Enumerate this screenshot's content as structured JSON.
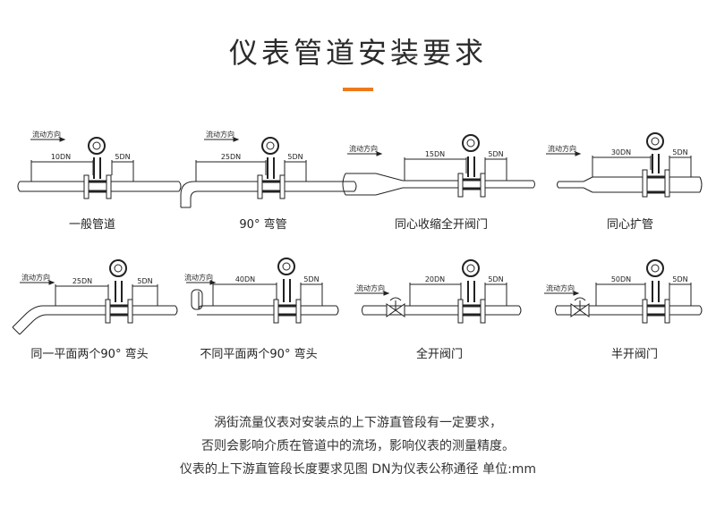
{
  "title": "仪表管道安装要求",
  "colors": {
    "accent": "#ee7a1c"
  },
  "flow_label": "流动方向",
  "diagrams": [
    {
      "caption": "一般管道",
      "upstream": "10DN",
      "downstream": "5DN"
    },
    {
      "caption": "90° 弯管",
      "upstream": "25DN",
      "downstream": "5DN"
    },
    {
      "caption": "同心收缩全开阀门",
      "upstream": "15DN",
      "downstream": "5DN"
    },
    {
      "caption": "同心扩管",
      "upstream": "30DN",
      "downstream": "5DN"
    },
    {
      "caption": "同一平面两个90° 弯头",
      "upstream": "25DN",
      "downstream": "5DN"
    },
    {
      "caption": "不同平面两个90° 弯头",
      "upstream": "40DN",
      "downstream": "5DN"
    },
    {
      "caption": "全开阀门",
      "upstream": "20DN",
      "downstream": "5DN"
    },
    {
      "caption": "半开阀门",
      "upstream": "50DN",
      "downstream": "5DN"
    }
  ],
  "footer": {
    "line1": "涡街流量仪表对安装点的上下游直管段有一定要求，",
    "line2": "否则会影响介质在管道中的流场，影响仪表的测量精度。",
    "line3": "仪表的上下游直管段长度要求见图 DN为仪表公称通径 单位:mm"
  }
}
